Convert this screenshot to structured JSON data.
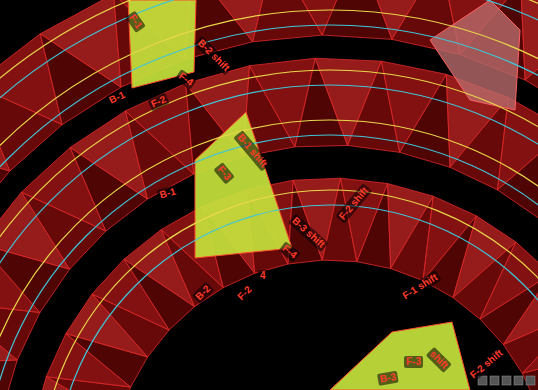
{
  "diagram": {
    "labels": [
      "F-1",
      "B-2 shift",
      "F-4",
      "B-1",
      "F-2",
      "B-1 shift",
      "F-3",
      "B-1",
      "B-3 shift",
      "F-2 shift",
      "F-4",
      "4",
      "B-2",
      "F-2",
      "F-1 shift",
      "shift",
      "F-3",
      "B-3",
      "F-2 shift"
    ]
  }
}
